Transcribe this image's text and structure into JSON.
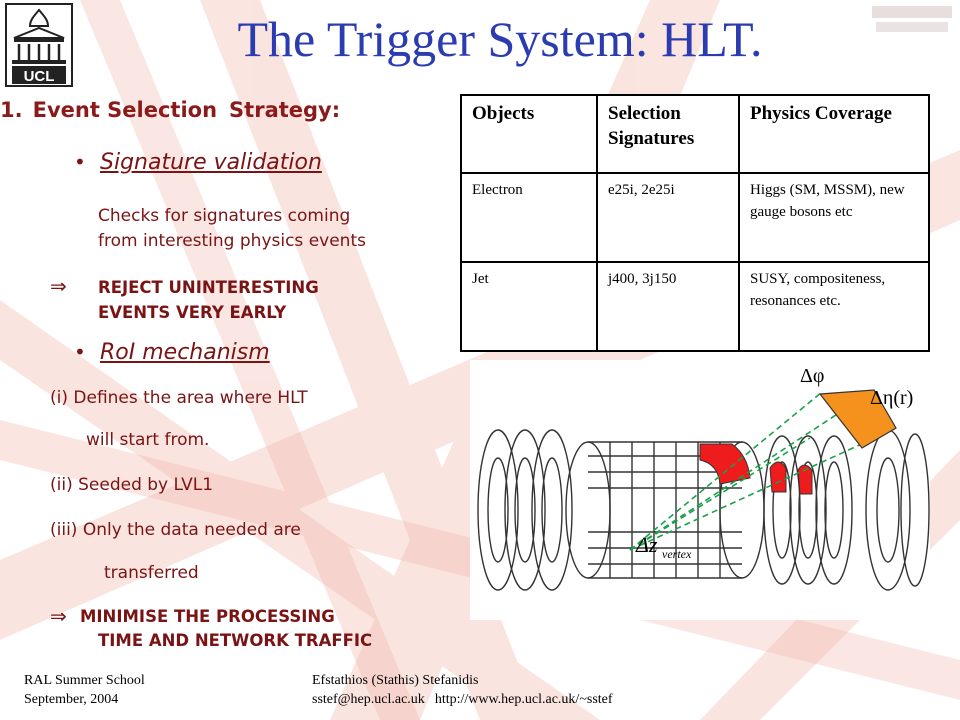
{
  "title": "The Trigger System: HLT.",
  "logo": {
    "text": "UCL",
    "icon": "ucl-portico-logo"
  },
  "section": {
    "number": "1.",
    "heading_part1": "Event Selection",
    "heading_part2": "Strategy:"
  },
  "bullets": [
    {
      "label": "Signature validation",
      "description": [
        "Checks for signatures coming",
        "from interesting physics events"
      ],
      "consequence": [
        "REJECT UNINTERESTING",
        "EVENTS VERY EARLY"
      ]
    },
    {
      "label": "RoI mechanism",
      "items": [
        "(i) Defines the area where HLT",
        "will start from.",
        "(ii) Seeded by LVL1",
        "(iii) Only the data needed are",
        "transferred"
      ],
      "consequence": [
        "MINIMISE THE PROCESSING",
        "TIME AND NETWORK TRAFFIC"
      ]
    }
  ],
  "symbols": {
    "bullet": "•",
    "implies": "⇒"
  },
  "table": {
    "headers": [
      "Objects",
      "Selection Signatures",
      "Physics Coverage"
    ],
    "rows": [
      [
        "Electron",
        "e25i, 2e25i",
        "Higgs (SM, MSSM), new gauge bosons etc"
      ],
      [
        "Jet",
        "j400, 3j150",
        "SUSY, compositeness, resonances etc."
      ]
    ]
  },
  "diagram": {
    "labels": {
      "phi": "Δφ",
      "eta": "Δη(r)",
      "z_main": "Δz",
      "z_sub": "vertex"
    },
    "colors": {
      "roi_red": "#ee1c1c",
      "roi_orange": "#f5921e",
      "lines_green": "#1aa04a"
    }
  },
  "footer": {
    "left": [
      "RAL Summer School",
      "September, 2004"
    ],
    "right_line1": "Efstathios (Stathis) Stefanidis",
    "email": "sstef@hep.ucl.ac.uk",
    "url": "http://www.hep.ucl.ac.uk/~sstef"
  },
  "colors": {
    "title": "#2a3cb0",
    "text": "#7a1414",
    "heading": "#8b1a1a",
    "background_rays": "#f4c8c0"
  }
}
